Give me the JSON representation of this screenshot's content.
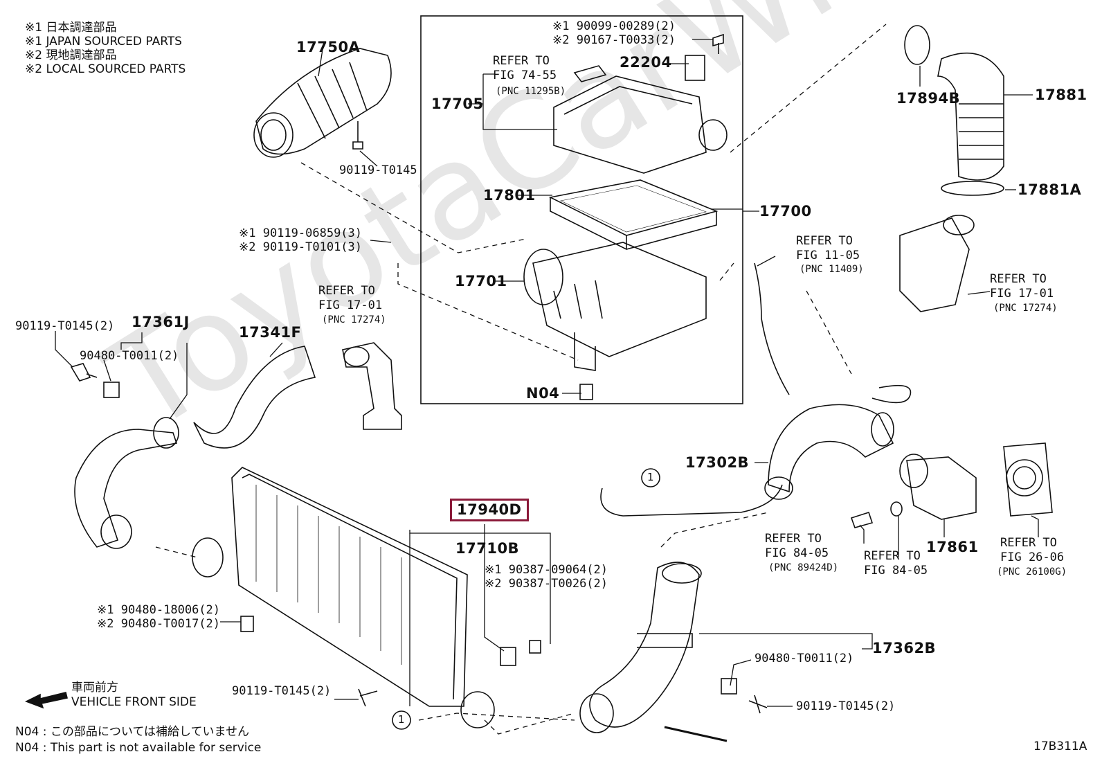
{
  "watermark": "ToyotaCarWire.ru",
  "legend": [
    "※1  日本調達部品",
    "※1  JAPAN SOURCED PARTS",
    "※2  現地調達部品",
    "※2  LOCAL SOURCED PARTS"
  ],
  "parts": {
    "p17750A": "17750A",
    "p90119_T0145_a": "90119-T0145",
    "p90099": "※1 90099-00289(2)",
    "p90167": "※2 90167-T0033(2)",
    "p22204": "22204",
    "p17705": "17705",
    "p17801": "17801",
    "p17701": "17701",
    "p17700": "17700",
    "pN04": "N04",
    "p90119_06859": "※1 90119-06859(3)",
    "p90119_T0101": "※2 90119-T0101(3)",
    "p17894B": "17894B",
    "p17881": "17881",
    "p17881A": "17881A",
    "p90119_T0145_b": "90119-T0145(2)",
    "p17361J": "17361J",
    "p90480_T0011_a": "90480-T0011(2)",
    "p17341F": "17341F",
    "p17302B": "17302B",
    "p17861": "17861",
    "p17940D": "17940D",
    "p17710B": "17710B",
    "p90387_09064": "※1 90387-09064(2)",
    "p90387_T0026": "※2 90387-T0026(2)",
    "p90480_18006": "※1 90480-18006(2)",
    "p90480_T0017": "※2 90480-T0017(2)",
    "p90119_T0145_c": "90119-T0145(2)",
    "p90480_T0011_b": "90480-T0011(2)",
    "p17362B": "17362B",
    "p90119_T0145_d": "90119-T0145(2)"
  },
  "refs": {
    "r7455_a": "REFER TO",
    "r7455_b": "FIG 74-55",
    "r7455_c": "(PNC 11295B)",
    "r1105_a": "REFER TO",
    "r1105_b": "FIG 11-05",
    "r1105_c": "(PNC 11409)",
    "r1701L_a": "REFER TO",
    "r1701L_b": "FIG 17-01",
    "r1701L_c": "(PNC 17274)",
    "r1701R_a": "REFER TO",
    "r1701R_b": "FIG 17-01",
    "r1701R_c": "(PNC 17274)",
    "r8405a_a": "REFER TO",
    "r8405a_b": "FIG 84-05",
    "r8405a_c": "(PNC 89424D)",
    "r8405b_a": "REFER TO",
    "r8405b_b": "FIG 84-05",
    "r2606_a": "REFER TO",
    "r2606_b": "FIG 26-06",
    "r2606_c": "(PNC 26100G)"
  },
  "callout_marker": "1",
  "direction": {
    "jp": "車両前方",
    "en": "VEHICLE FRONT SIDE"
  },
  "notes": [
    "N04 : この部品については補給していません",
    "N04 : This part is not available for service"
  ],
  "figure_code": "17B311A",
  "colors": {
    "highlight": "#8b1a3a",
    "line": "#111111",
    "watermark": "#e6e6e6"
  }
}
